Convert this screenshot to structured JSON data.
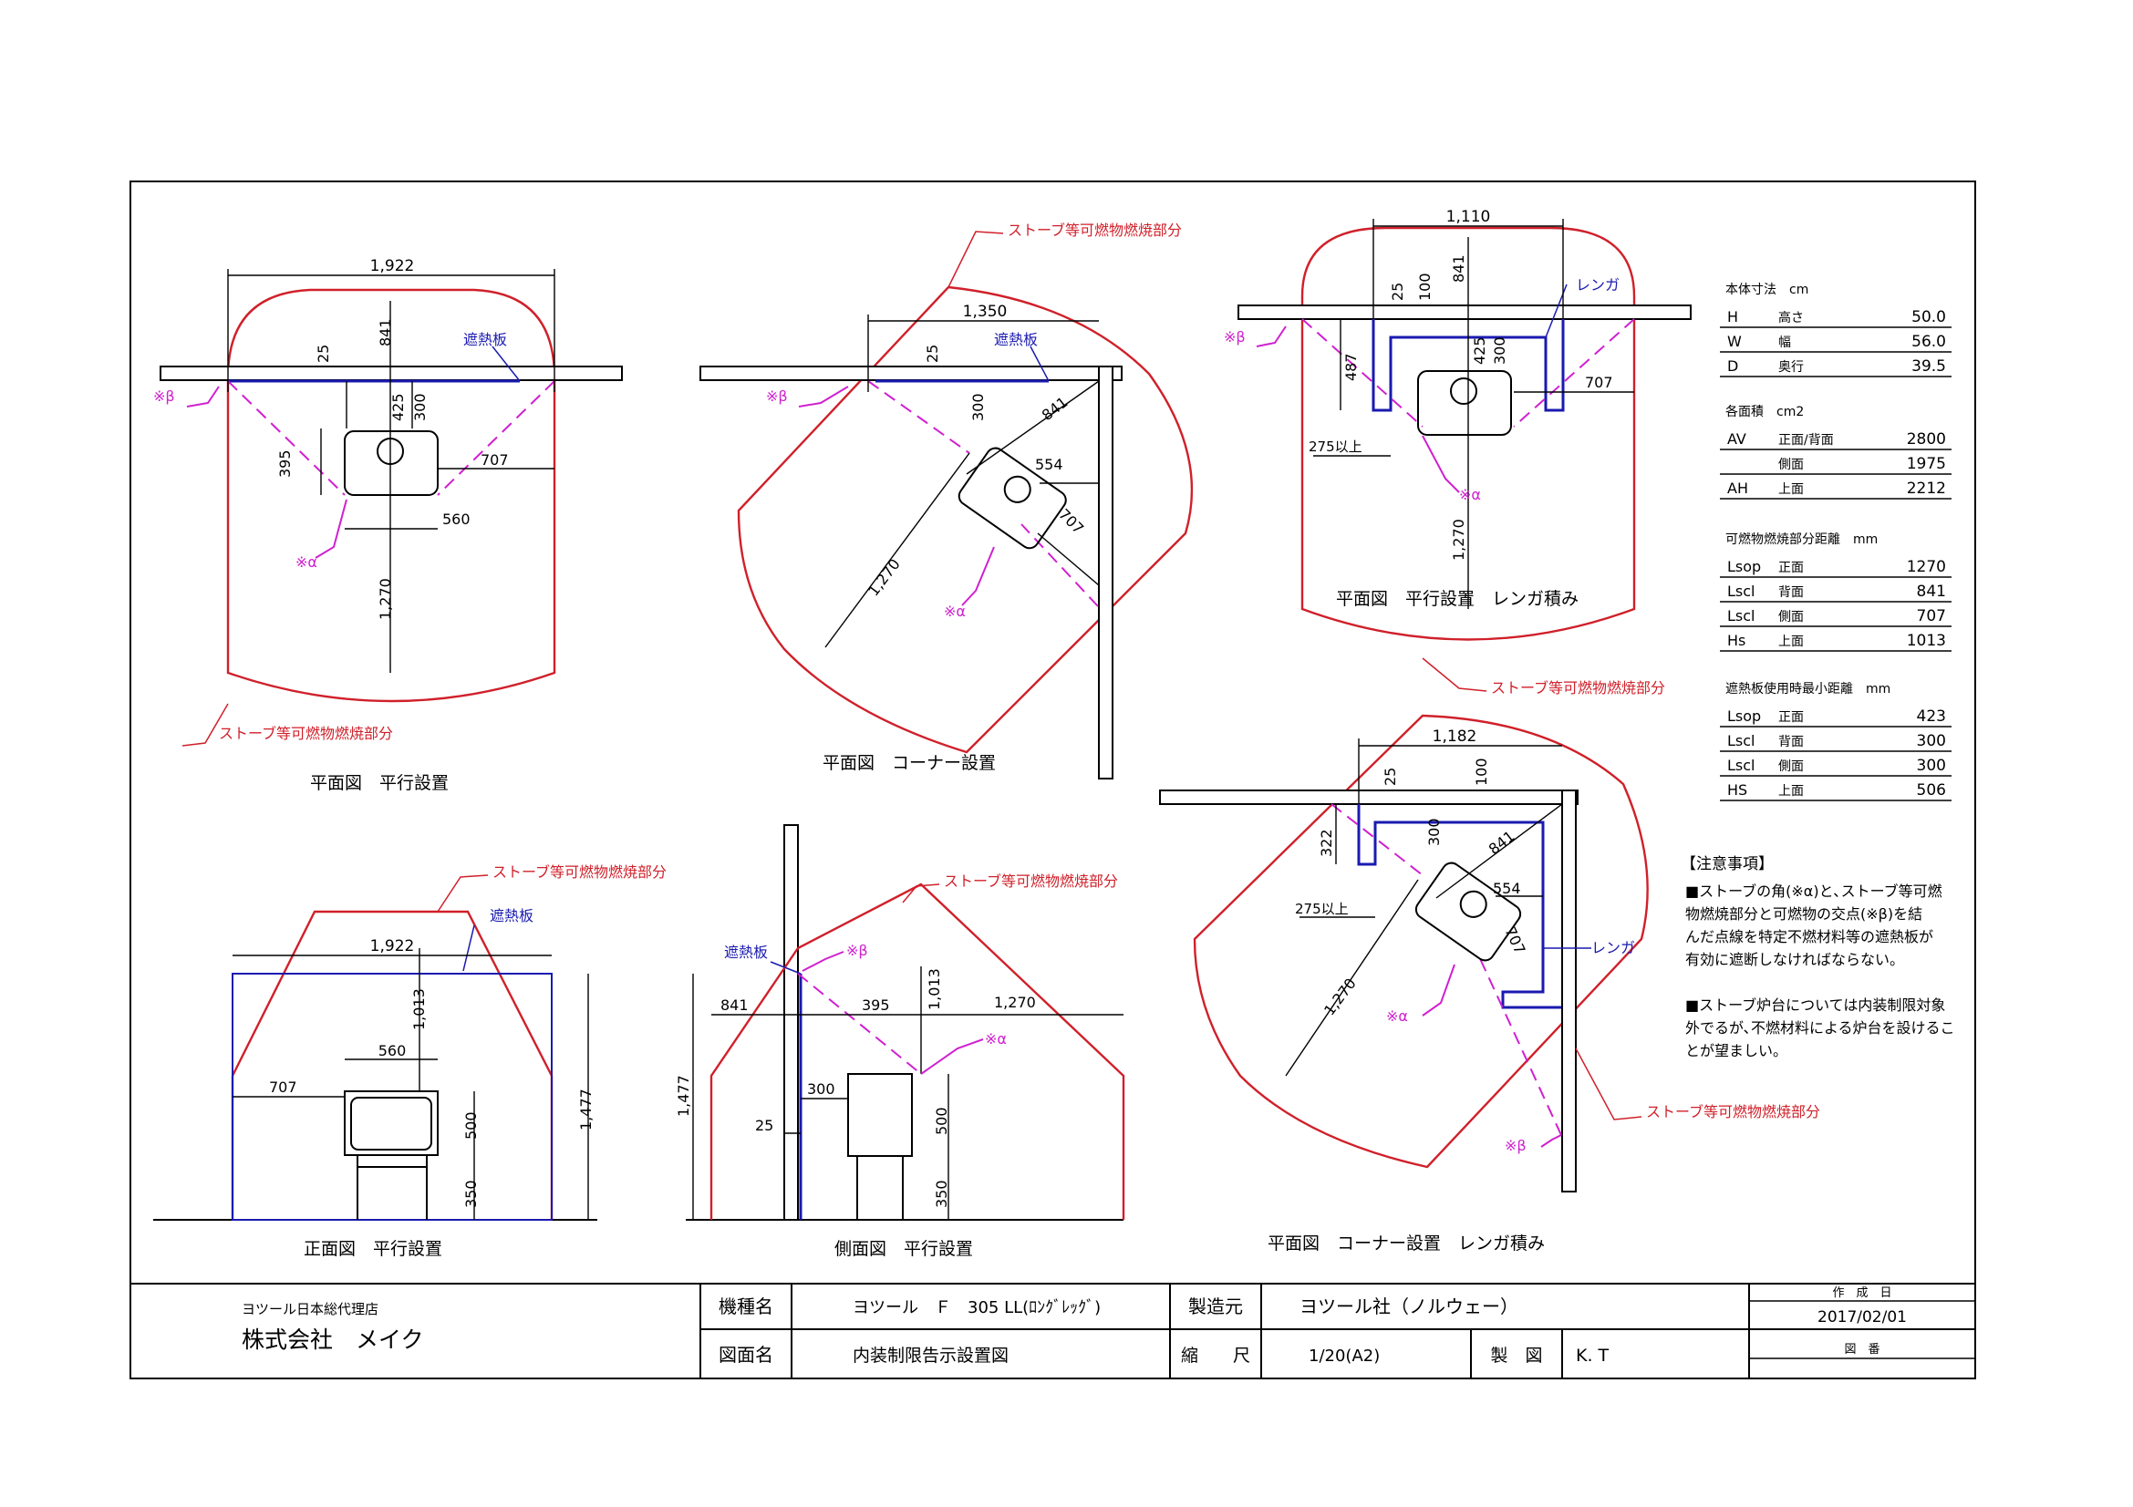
{
  "colors": {
    "combustion": "#d0202a",
    "shield": "#1a1ab0",
    "alpha_beta": "#d020d0",
    "line": "#000000"
  },
  "labels": {
    "combustion": "ストーブ等可燃物燃焼部分",
    "shield": "遮熱板",
    "brick": "レンガ",
    "alpha": "※α",
    "beta": "※β",
    "over275": "275以上"
  },
  "views": {
    "plan_parallel": "平面図　平行設置",
    "plan_corner": "平面図　コーナー設置",
    "plan_parallel_brick": "平面図　平行設置　レンガ積み",
    "plan_corner_brick": "平面図　コーナー設置　レンガ積み",
    "front_parallel": "正面図　平行設置",
    "side_parallel": "側面図　平行設置"
  },
  "dims": {
    "d1922": "1,922",
    "d1350": "1,350",
    "d1110": "1,110",
    "d1182": "1,182",
    "d1270": "1,270",
    "d1013": "1,013",
    "d1477": "1,477",
    "d841": "841",
    "d707": "707",
    "d560": "560",
    "d554": "554",
    "d500": "500",
    "d487": "487",
    "d425": "425",
    "d395": "395",
    "d350": "350",
    "d322": "322",
    "d300": "300",
    "d100": "100",
    "d25": "25"
  },
  "spec": {
    "body_title": "本体寸法　cm",
    "body": [
      {
        "code": "H",
        "name": "高さ",
        "value": "50.0"
      },
      {
        "code": "W",
        "name": "幅",
        "value": "56.0"
      },
      {
        "code": "D",
        "name": "奥行",
        "value": "39.5"
      }
    ],
    "area_title": "各面積　cm2",
    "area": [
      {
        "code": "AV",
        "name": "正面/背面",
        "value": "2800"
      },
      {
        "code": "",
        "name": "側面",
        "value": "1975"
      },
      {
        "code": "AH",
        "name": "上面",
        "value": "2212"
      }
    ],
    "dist_title": "可燃物燃焼部分距離　mm",
    "dist": [
      {
        "code": "Lsop",
        "name": "正面",
        "value": "1270"
      },
      {
        "code": "Lscl",
        "name": "背面",
        "value": "841"
      },
      {
        "code": "Lscl",
        "name": "側面",
        "value": "707"
      },
      {
        "code": "Hs",
        "name": "上面",
        "value": "1013"
      }
    ],
    "shield_title": "遮熱板使用時最小距離　mm",
    "shield": [
      {
        "code": "Lsop",
        "name": "正面",
        "value": "423"
      },
      {
        "code": "Lscl",
        "name": "背面",
        "value": "300"
      },
      {
        "code": "Lscl",
        "name": "側面",
        "value": "300"
      },
      {
        "code": "HS",
        "name": "上面",
        "value": "506"
      }
    ]
  },
  "notes": {
    "heading": "【注意事項】",
    "lines": [
      "■ストーブの角(※α)と､ストーブ等可燃",
      "物燃焼部分と可燃物の交点(※β)を結",
      "んだ点線を特定不燃材料等の遮熱板が",
      "有効に遮断しなければならない。",
      "",
      "■ストーブ炉台については内装制限対象",
      "外でるが､不燃材料による炉台を設けるこ",
      "とが望ましい。"
    ]
  },
  "titleblock": {
    "agency": "ヨツール日本総代理店",
    "company": "株式会社　メイク",
    "model_label": "機種名",
    "model_value": "ヨツール　Ｆ　305 LL(ﾛﾝｸﾞﾚｯｸﾞ)",
    "maker_label": "製造元",
    "maker_value": "ヨツール社（ノルウェー）",
    "created_label": "作　成　日",
    "created_value": "2017/02/01",
    "drawing_label": "図面名",
    "drawing_value": "内装制限告示設置図",
    "scale_label": "縮　　尺",
    "scale_value": "1/20(A2)",
    "drafter_label": "製　図",
    "drafter_value": "K. T",
    "number_label": "図　番"
  }
}
